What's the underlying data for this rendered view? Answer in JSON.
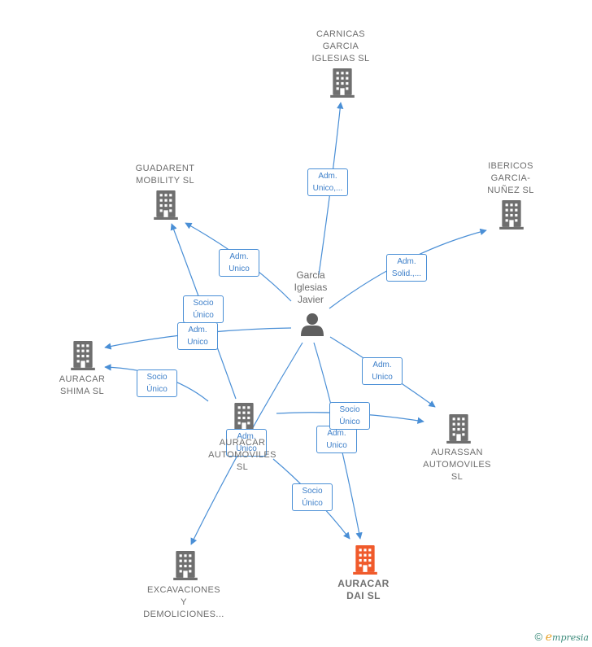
{
  "colors": {
    "edge": "#4a8fd6",
    "building": "#6f6f6f",
    "focus": "#f05a2b",
    "person": "#5f5f5f"
  },
  "person": {
    "name": "Garcia\nIglesias\nJavier",
    "icon": "person-icon"
  },
  "companies": [
    {
      "id": "carnicas",
      "label": "CARNICAS\nGARCIA\nIGLESIAS SL",
      "icon": "building-icon"
    },
    {
      "id": "guadarent",
      "label": "GUADARENT\nMOBILITY SL",
      "icon": "building-icon"
    },
    {
      "id": "ibericos",
      "label": "IBERICOS\nGARCIA-\nNUÑEZ SL",
      "icon": "building-icon"
    },
    {
      "id": "shima",
      "label": "AURACAR\nSHIMA SL",
      "icon": "building-icon"
    },
    {
      "id": "automoviles",
      "label": "AURACAR\nAUTOMOVILES\nSL",
      "icon": "building-icon"
    },
    {
      "id": "aurassan",
      "label": "AURASSAN\nAUTOMOVILES\nSL",
      "icon": "building-icon"
    },
    {
      "id": "excavaciones",
      "label": "EXCAVACIONES\nY\nDEMOLICIONES...",
      "icon": "building-icon"
    },
    {
      "id": "dai",
      "label": "AURACAR\nDAI SL",
      "icon": "building-icon",
      "focus": true
    }
  ],
  "edges": [
    {
      "from": "person",
      "to": "carnicas",
      "label": "Adm.\nUnico,..."
    },
    {
      "from": "person",
      "to": "guadarent",
      "label": "Adm.\nUnico"
    },
    {
      "from": "person",
      "to": "ibericos",
      "label": "Adm.\nSolid.,..."
    },
    {
      "from": "person",
      "to": "shima",
      "label": "Adm.\nUnico"
    },
    {
      "from": "person",
      "to": "aurassan",
      "label": "Adm.\nUnico"
    },
    {
      "from": "person",
      "to": "dai",
      "label": "Adm.\nUnico"
    },
    {
      "from": "person",
      "to": "excavaciones",
      "label": "Adm.\nUnico"
    },
    {
      "from": "automoviles",
      "to": "guadarent",
      "label": "Socio\nÚnico"
    },
    {
      "from": "automoviles",
      "to": "shima",
      "label": "Socio\nÚnico"
    },
    {
      "from": "automoviles",
      "to": "aurassan",
      "label": "Socio\nÚnico"
    },
    {
      "from": "automoviles",
      "to": "dai",
      "label": "Socio\nÚnico"
    }
  ],
  "footer": {
    "copyright": "©",
    "brand_initial": "e",
    "brand_rest": "mpresia"
  }
}
